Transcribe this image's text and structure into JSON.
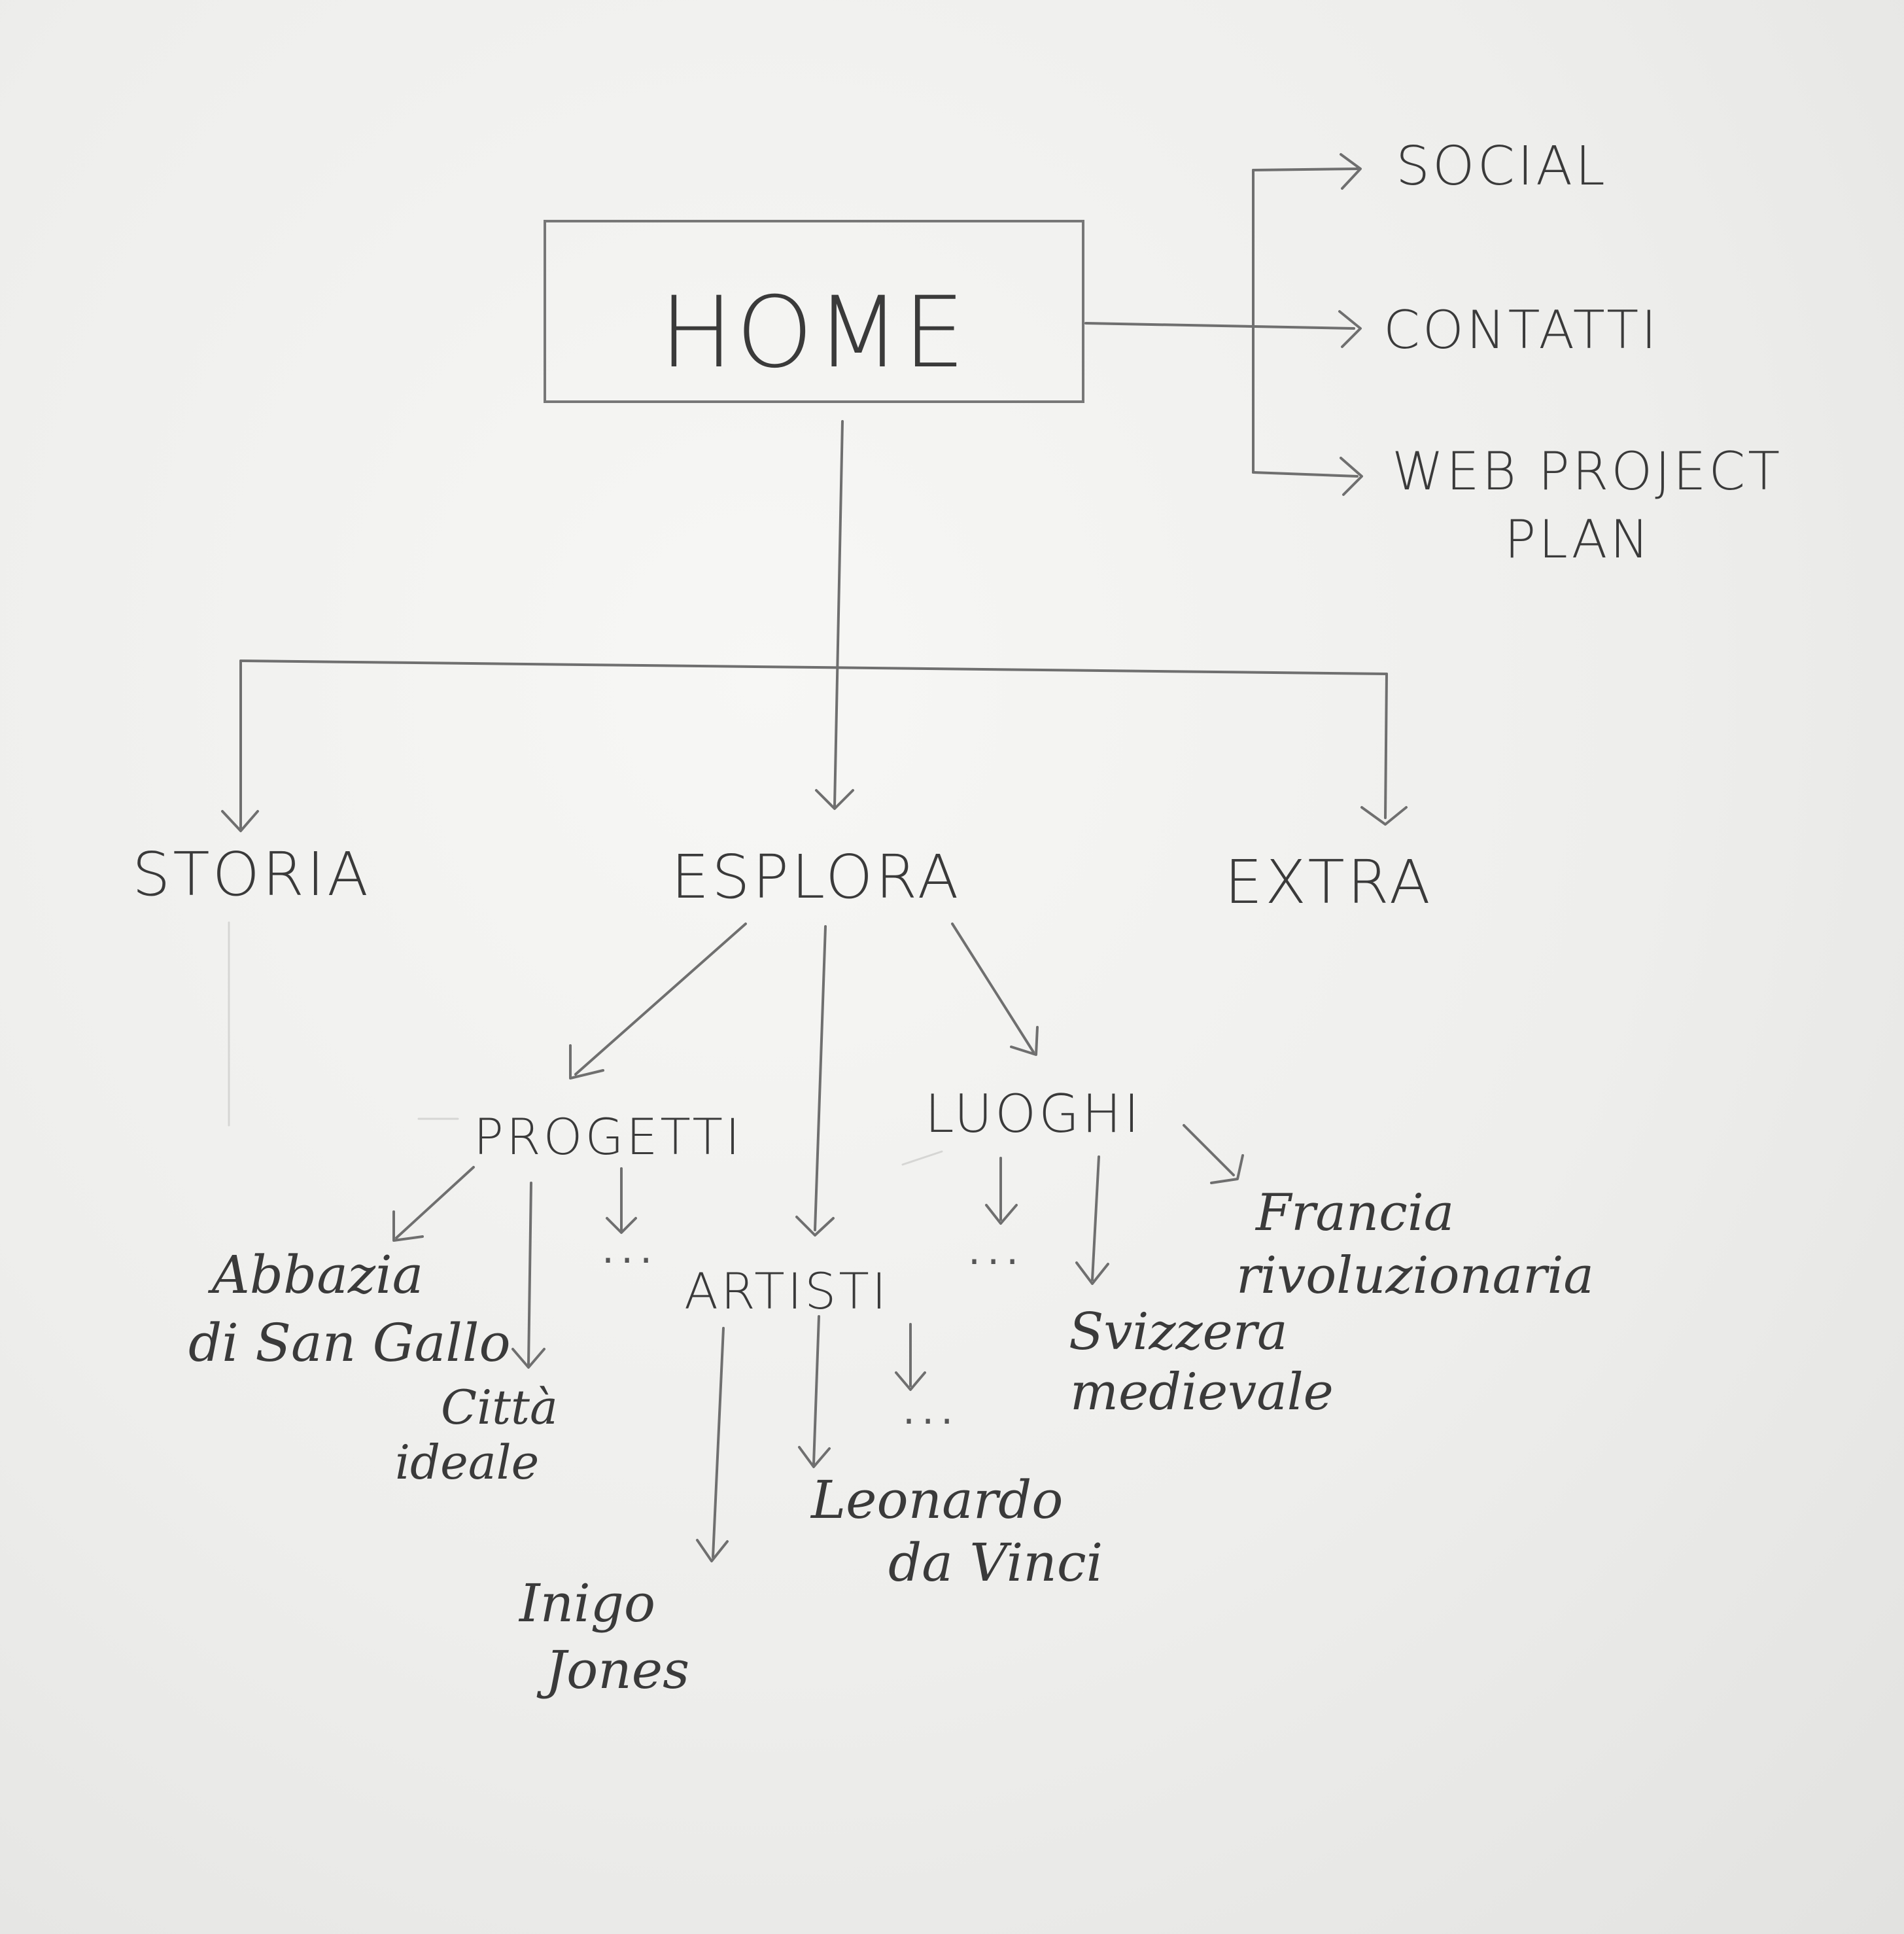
{
  "nodes": {
    "home": "HOME",
    "social": "SOCIAL",
    "contatti": "CONTATTI",
    "web_project_plan": [
      "WEB PROJECT",
      "PLAN"
    ],
    "storia": "STORIA",
    "esplora": "ESPLORA",
    "extra": "EXTRA",
    "progetti": "PROGETTI",
    "luoghi": "LUOGHI",
    "artisti": "ARTISTI",
    "abbazia": [
      "Abbazia",
      "di San Gallo"
    ],
    "citta_ideale": [
      "Città",
      "ideale"
    ],
    "progetti_more": "...",
    "artisti_more": "...",
    "luoghi_more": "...",
    "inigo_jones": [
      "Inigo",
      "Jones"
    ],
    "leonardo": [
      "Leonardo",
      "da Vinci"
    ],
    "svizzera": [
      "Svizzera",
      "medievale"
    ],
    "francia": [
      "Francia",
      "rivoluzionaria"
    ]
  },
  "colors": {
    "pencil": "#6f6f6f",
    "text": "#3a3a3a",
    "paper": "#eeeeec"
  }
}
